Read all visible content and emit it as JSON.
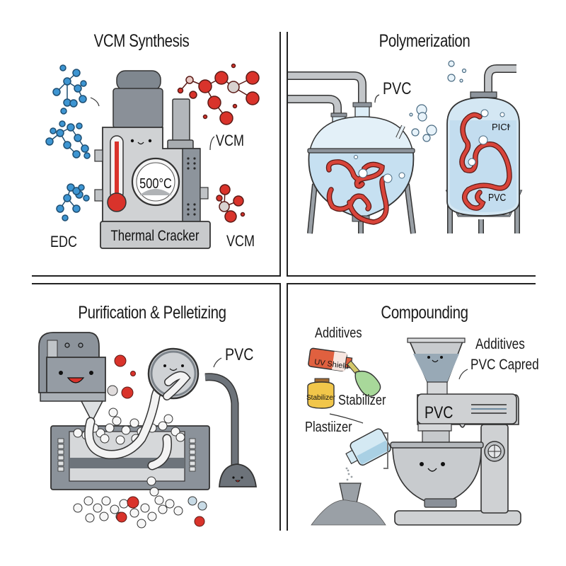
{
  "figure": {
    "description": "PVC production process infographic in four panels",
    "colors": {
      "background": "#ffffff",
      "line": "#222222",
      "metal": "#b8bcc0",
      "metal_dark": "#7d848b",
      "glass": "#cfe4f2",
      "molecule_blue": "#3d95d2",
      "molecule_red": "#d9332b",
      "polymer_red": "#d8443a",
      "bottle_orange": "#e0603f",
      "bottle_green": "#a8d89a",
      "bottle_yellow": "#f1c64a"
    }
  },
  "panels": [
    {
      "title": "VCM Synthesis",
      "labels": {
        "feed": "EDC",
        "product_top": "VCM",
        "product_bottom": "VCM",
        "equipment": "Thermal Cracker",
        "gauge": "500°C"
      }
    },
    {
      "title": "Polymerization",
      "labels": {
        "reactor_tag": "PVC",
        "vessel_tag_top": "PICI",
        "vessel_tag_bottom": "PVC"
      }
    },
    {
      "title": "Purification & Pelletizing",
      "labels": {
        "output_tag": "PVC"
      }
    },
    {
      "title": "Compounding",
      "labels": {
        "additives_left": "Additives",
        "bottle_uv": "UV Shield",
        "bottle_stabilizer": "Stabilizer",
        "stabilizer_tag": "Stabilizer",
        "plasticizer_tag": "Plastiizer",
        "additives_right": "Additives",
        "pvc_capred": "PVC Capred",
        "mixer_tag": "PVC"
      }
    }
  ]
}
